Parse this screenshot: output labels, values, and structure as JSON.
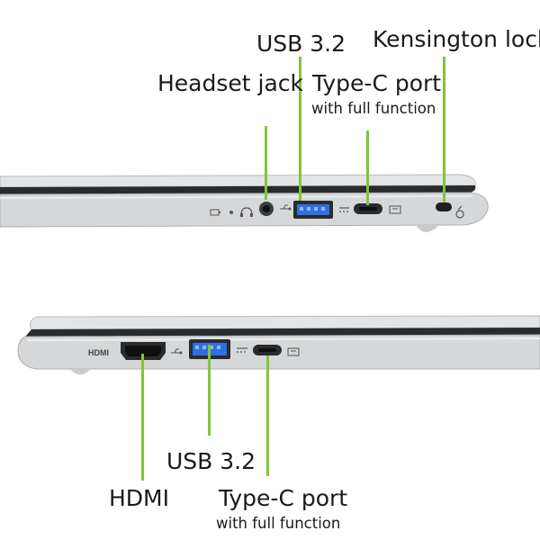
{
  "top": {
    "labels": {
      "usb": "USB 3.2",
      "kensington": "Kensington lock",
      "headset": "Headset jack",
      "typec": "Type-C port",
      "typec_sub": "with full function"
    }
  },
  "bottom": {
    "labels": {
      "hdmi": "HDMI",
      "usb": "USB 3.2",
      "typec": "Type-C port",
      "typec_sub": "with full function"
    },
    "hdmi_mark": "HDMI"
  },
  "colors": {
    "leader": "#7fc63a",
    "usb_blue": "#2f6fe0",
    "chassis": "#d7d8da",
    "chassis_dark": "#b8b9bc"
  }
}
